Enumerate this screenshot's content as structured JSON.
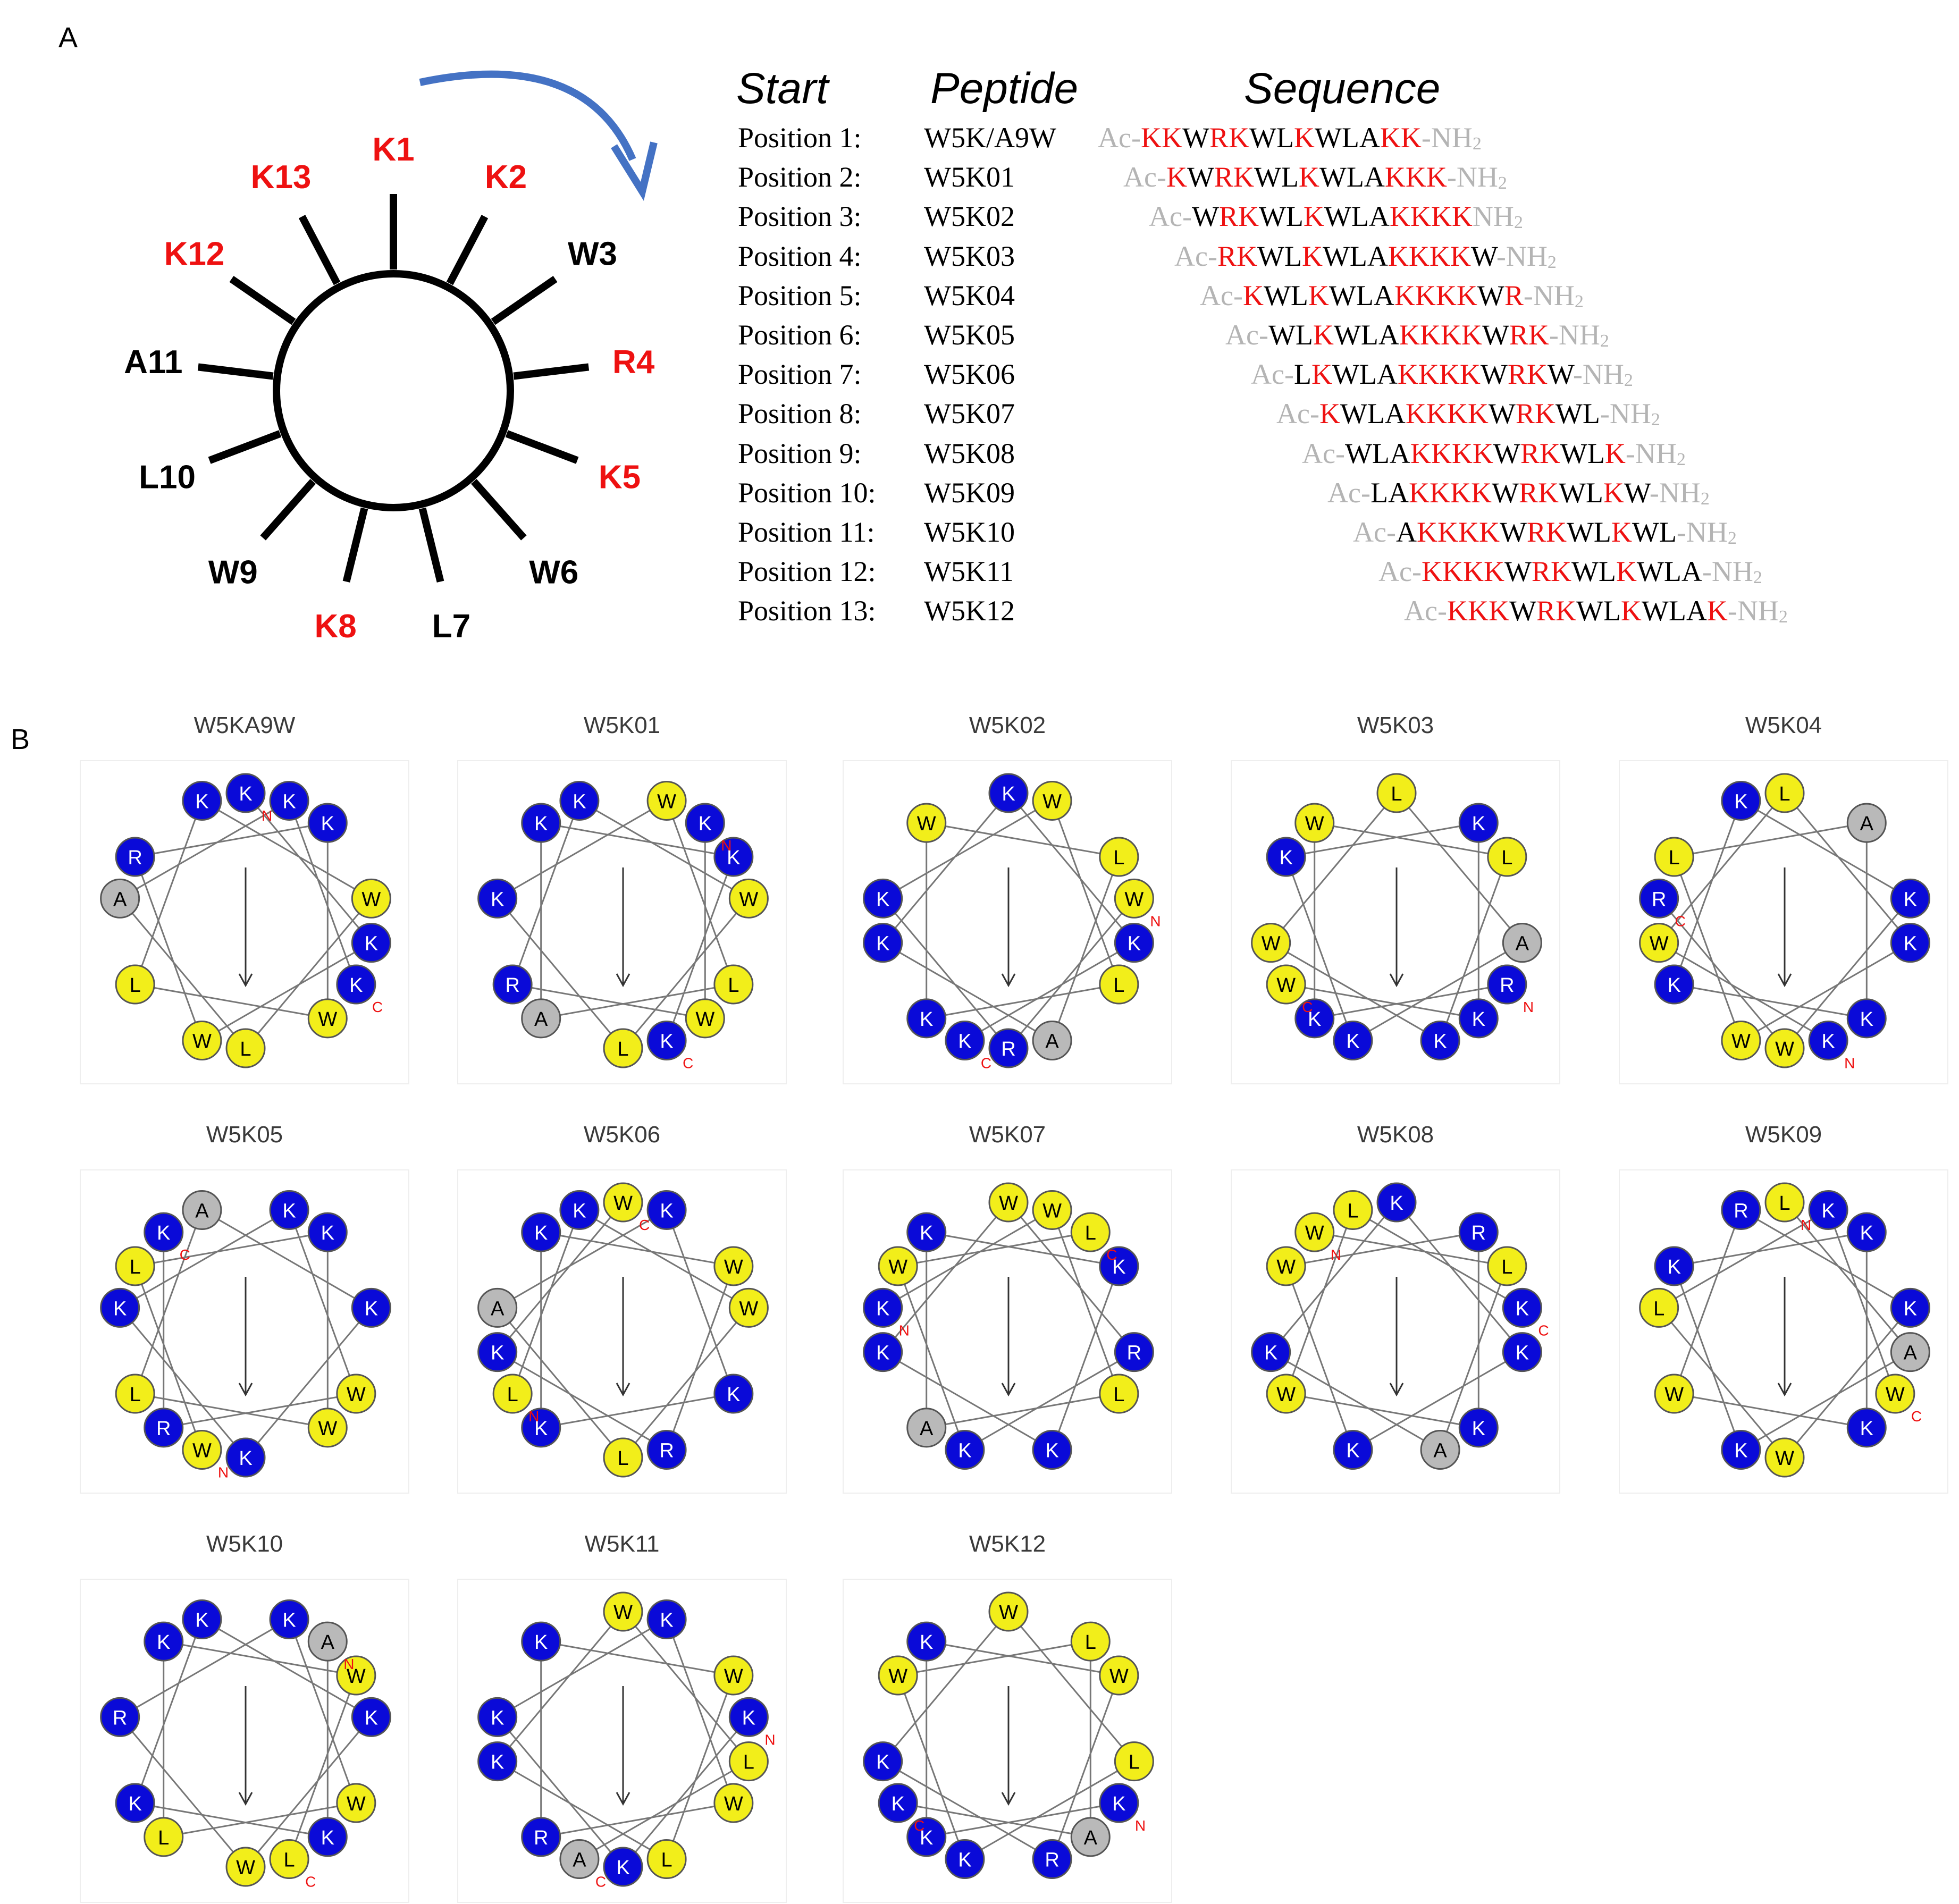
{
  "panel_a": {
    "label": "A",
    "wheel_positions": [
      {
        "name": "K1",
        "color": "#ee1111"
      },
      {
        "name": "K2",
        "color": "#ee1111"
      },
      {
        "name": "W3",
        "color": "#000000"
      },
      {
        "name": "R4",
        "color": "#ee1111"
      },
      {
        "name": "K5",
        "color": "#ee1111"
      },
      {
        "name": "W6",
        "color": "#000000"
      },
      {
        "name": "L7",
        "color": "#000000"
      },
      {
        "name": "K8",
        "color": "#ee1111"
      },
      {
        "name": "W9",
        "color": "#000000"
      },
      {
        "name": "L10",
        "color": "#000000"
      },
      {
        "name": "A11",
        "color": "#000000"
      },
      {
        "name": "K12",
        "color": "#ee1111"
      },
      {
        "name": "K13",
        "color": "#ee1111"
      }
    ],
    "arrow_color": "#4472c4",
    "headers": {
      "start": "Start",
      "peptide": "Peptide",
      "sequence": "Sequence"
    },
    "rows": [
      {
        "position": "Position  1:",
        "peptide": "W5K/A9W",
        "prefix": "Ac-",
        "sequence": "KKWRKWLKWLAKK",
        "red": [
          0,
          1,
          3,
          4,
          7,
          11,
          12
        ],
        "suffix": "-NH",
        "sub": "2"
      },
      {
        "position": "Position  2:",
        "peptide": "W5K01",
        "prefix": "Ac-",
        "sequence": "KWRKWLKWLAKKK",
        "red": [
          0,
          2,
          3,
          6,
          10,
          11,
          12
        ],
        "suffix": "-NH",
        "sub": "2"
      },
      {
        "position": "Position  3:",
        "peptide": "W5K02",
        "prefix": "Ac-",
        "sequence": "WRKWLKWLAKKKK",
        "red": [
          1,
          2,
          5,
          9,
          10,
          11,
          12
        ],
        "suffix": "NH",
        "sub": "2"
      },
      {
        "position": "Position  4:",
        "peptide": "W5K03",
        "prefix": "Ac-",
        "sequence": "RKWLKWLAKKKKW",
        "red": [
          0,
          1,
          4,
          8,
          9,
          10,
          11
        ],
        "suffix": "-NH",
        "sub": "2"
      },
      {
        "position": "Position  5:",
        "peptide": "W5K04",
        "prefix": "Ac-",
        "sequence": "KWLKWLAKKKKWR",
        "red": [
          0,
          3,
          7,
          8,
          9,
          10,
          12
        ],
        "suffix": "-NH",
        "sub": "2"
      },
      {
        "position": "Position  6:",
        "peptide": "W5K05",
        "prefix": "Ac-",
        "sequence": "WLKWLAKKKKWRK",
        "red": [
          2,
          6,
          7,
          8,
          9,
          11,
          12
        ],
        "suffix": "-NH",
        "sub": "2"
      },
      {
        "position": "Position  7:",
        "peptide": "W5K06",
        "prefix": "Ac-",
        "sequence": "LKWLAKKKKWRKW",
        "red": [
          1,
          5,
          6,
          7,
          8,
          10,
          11
        ],
        "suffix": "-NH",
        "sub": "2"
      },
      {
        "position": "Position  8:",
        "peptide": "W5K07",
        "prefix": "Ac-",
        "sequence": "KWLAKKKKWRKWL",
        "red": [
          0,
          4,
          5,
          6,
          7,
          9,
          10
        ],
        "suffix": "-NH",
        "sub": "2"
      },
      {
        "position": "Position  9:",
        "peptide": "W5K08",
        "prefix": "Ac-",
        "sequence": "WLAKKKKWRKWLK",
        "red": [
          3,
          4,
          5,
          6,
          8,
          9,
          12
        ],
        "suffix": "-NH",
        "sub": "2"
      },
      {
        "position": "Position 10:",
        "peptide": "W5K09",
        "prefix": "Ac-",
        "sequence": "LAKKKKWRKWLKW",
        "red": [
          2,
          3,
          4,
          5,
          7,
          8,
          11
        ],
        "suffix": "-NH",
        "sub": "2"
      },
      {
        "position": "Position 11:",
        "peptide": "W5K10",
        "prefix": "Ac-",
        "sequence": "AKKKKWRKWLKWL",
        "red": [
          1,
          2,
          3,
          4,
          6,
          7,
          10
        ],
        "suffix": "-NH",
        "sub": "2"
      },
      {
        "position": "Position 12:",
        "peptide": "W5K11",
        "prefix": "Ac-",
        "sequence": "KKKKWRKWLKWLA",
        "red": [
          0,
          1,
          2,
          3,
          5,
          6,
          9
        ],
        "suffix": "-NH",
        "sub": "2"
      },
      {
        "position": "Position 13:",
        "peptide": "W5K12",
        "prefix": "Ac-",
        "sequence": "KKKWRKWLKWLAK",
        "red": [
          0,
          1,
          2,
          4,
          5,
          8,
          12
        ],
        "suffix": "-NH",
        "sub": "2"
      }
    ]
  },
  "panel_b": {
    "label": "B",
    "colors": {
      "K": "#0a0ad8",
      "R": "#0a0ad8",
      "W": "#f2ee1a",
      "L": "#f2ee1a",
      "A": "#b9b9b9"
    },
    "text_colors": {
      "K": "#ffffff",
      "R": "#ffffff",
      "W": "#000000",
      "L": "#000000",
      "A": "#000000"
    },
    "terminal_color": "#ee1111",
    "wheels": [
      {
        "title": "W5KA9W",
        "sequence": "KKWRKWLKWLAKK",
        "n_term": "N",
        "c_term": "C"
      },
      {
        "title": "W5K01",
        "sequence": "KWRKWLKWLAKKK",
        "n_term": "N",
        "c_term": "C"
      },
      {
        "title": "W5K02",
        "sequence": "WRKWLKWLAKKKK",
        "n_term": "N",
        "c_term": "C"
      },
      {
        "title": "W5K03",
        "sequence": "RKWLKWLAKKKKW",
        "n_term": "N",
        "c_term": "C"
      },
      {
        "title": "W5K04",
        "sequence": "KWLKWLAKKKKWR",
        "n_term": "N",
        "c_term": "C"
      },
      {
        "title": "W5K05",
        "sequence": "WLKWLAKKKKWRK",
        "n_term": "N",
        "c_term": "C"
      },
      {
        "title": "W5K06",
        "sequence": "LKWLAKKKKWRKW",
        "n_term": "N",
        "c_term": "C"
      },
      {
        "title": "W5K07",
        "sequence": "KWLAKKKKWRKWL",
        "n_term": "N",
        "c_term": "C"
      },
      {
        "title": "W5K08",
        "sequence": "WLAKKKKWRKWLK",
        "n_term": "N",
        "c_term": "C"
      },
      {
        "title": "W5K09",
        "sequence": "LAKKKKWRKWLKW",
        "n_term": "N",
        "c_term": "C"
      },
      {
        "title": "W5K10",
        "sequence": "AKKKKWRKWLKWL",
        "n_term": "N",
        "c_term": "C"
      },
      {
        "title": "W5K11",
        "sequence": "KKKKWRKWLKWLA",
        "n_term": "N",
        "c_term": "C"
      },
      {
        "title": "W5K12",
        "sequence": "KKKWRKWLKWLAK",
        "n_term": "N",
        "c_term": "C"
      }
    ]
  }
}
